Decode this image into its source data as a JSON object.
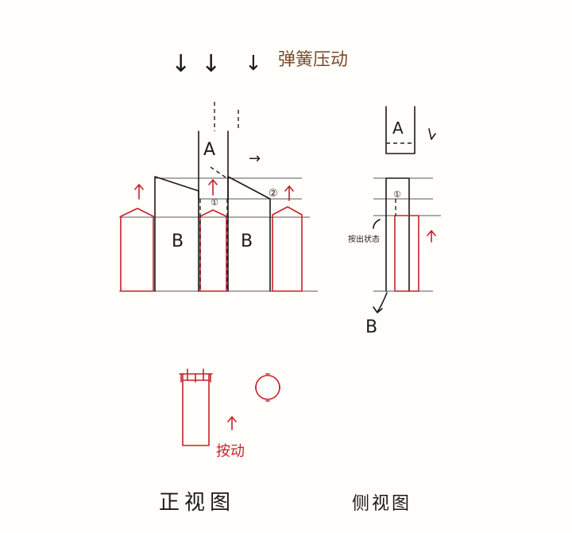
{
  "top": {
    "arrows": [
      "↓",
      "↓",
      "↓"
    ],
    "caption": "弹簧压动"
  },
  "front_view": {
    "label_A": "A",
    "label_B_left": "B",
    "label_B_right": "B",
    "marker_1": "①",
    "marker_2": "②",
    "arrow_right": "→"
  },
  "side_view": {
    "label_A": "A",
    "marker_1": "①",
    "annotation": "按出状态",
    "label_B": "B"
  },
  "bottom": {
    "action_label": "按动"
  },
  "titles": {
    "front": "正视图",
    "side": "侧视图"
  },
  "colors": {
    "ink": "#1a1a1a",
    "red": "#c8202a",
    "brown": "#7a4a2a"
  }
}
